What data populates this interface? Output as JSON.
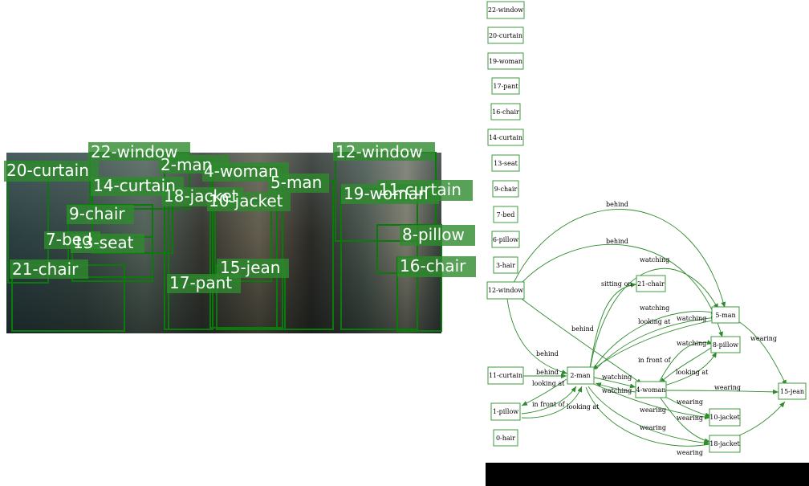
{
  "colors": {
    "box_stroke": "#0a7a0a",
    "label_fill": "#2e8b2e",
    "label_text": "#ffffff",
    "edge_color": "#2e8b2e",
    "node_stroke": "#3d9a3d"
  },
  "detections": {
    "labels": [
      "22-window",
      "12-window",
      "2-man",
      "20-curtain",
      "4-woman",
      "14-curtain",
      "5-man",
      "11-curtain",
      "18-jacket",
      "10-jacket",
      "19-woman",
      "9-chair",
      "8-pillow",
      "7-bed",
      "13-seat",
      "16-chair",
      "21-chair",
      "15-jean",
      "17-pant"
    ]
  },
  "graph": {
    "nodes": {
      "n22": "22-window",
      "n20": "20-curtain",
      "n19": "19-woman",
      "n17": "17-pant",
      "n16": "16-chair",
      "n14": "14-curtain",
      "n13": "13-seat",
      "n9": "9-chair",
      "n7": "7-bed",
      "n6": "6-pillow",
      "n3": "3-hair",
      "n12": "12-window",
      "n21": "21-chair",
      "n5": "5-man",
      "n8": "8-pillow",
      "n11": "11-curtain",
      "n2": "2-man",
      "n4": "4-woman",
      "n15": "15-jean",
      "n1": "1-pillow",
      "n10": "10-jacket",
      "n18": "18-jacket",
      "n0": "0-hair"
    },
    "edges": {
      "e1": "behind",
      "e2": "behind",
      "e3": "watching",
      "e4": "sitting on",
      "e5": "watching",
      "e6": "looking at",
      "e7": "watching",
      "e8": "behind",
      "e9": "watching",
      "e10": "wearing",
      "e11": "behind",
      "e12": "in front of",
      "e13": "behind",
      "e14": "looking at",
      "e15": "watching",
      "e16": "looking at",
      "e17": "wearing",
      "e18": "watching",
      "e19": "wearing",
      "e20": "in front of",
      "e21": "looking at",
      "e22": "wearing",
      "e23": "wearing",
      "e24": "wearing",
      "e25": "wearing"
    }
  }
}
